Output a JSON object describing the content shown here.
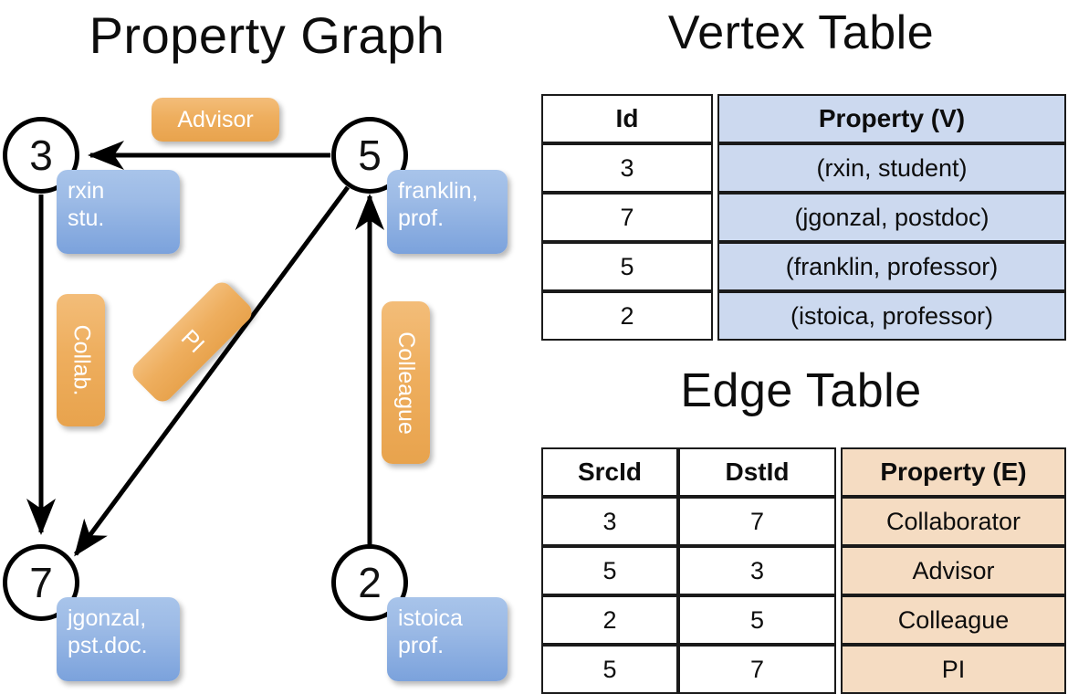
{
  "titles": {
    "property_graph": "Property Graph",
    "vertex_table": "Vertex Table",
    "edge_table": "Edge Table"
  },
  "graph": {
    "nodes": [
      {
        "id": "3",
        "property": "rxin\nstu."
      },
      {
        "id": "5",
        "property": "franklin,\nprof."
      },
      {
        "id": "7",
        "property": "jgonzal,\npst.doc."
      },
      {
        "id": "2",
        "property": "istoica\nprof."
      }
    ],
    "edge_labels": [
      {
        "label": "Advisor"
      },
      {
        "label": "Collab."
      },
      {
        "label": "PI"
      },
      {
        "label": "Colleague"
      }
    ],
    "edges": [
      {
        "src": "5",
        "dst": "3",
        "label": "Advisor"
      },
      {
        "src": "3",
        "dst": "7",
        "label": "Collab."
      },
      {
        "src": "5",
        "dst": "7",
        "label": "PI"
      },
      {
        "src": "2",
        "dst": "5",
        "label": "Colleague"
      }
    ]
  },
  "vertex_table": {
    "headers": [
      "Id",
      "Property (V)"
    ],
    "rows": [
      {
        "id": "3",
        "property": "(rxin, student)"
      },
      {
        "id": "7",
        "property": "(jgonzal, postdoc)"
      },
      {
        "id": "5",
        "property": "(franklin, professor)"
      },
      {
        "id": "2",
        "property": "(istoica, professor)"
      }
    ]
  },
  "edge_table": {
    "headers": [
      "SrcId",
      "DstId",
      "Property (E)"
    ],
    "rows": [
      {
        "src": "3",
        "dst": "7",
        "property": "Collaborator"
      },
      {
        "src": "5",
        "dst": "3",
        "property": "Advisor"
      },
      {
        "src": "2",
        "dst": "5",
        "property": "Colleague"
      },
      {
        "src": "5",
        "dst": "7",
        "property": "PI"
      }
    ]
  },
  "colors": {
    "vertex_property_fill": "#ccd9ef",
    "edge_property_fill": "#f5dcc2",
    "node_bubble_blue": "#8fb2e3",
    "edge_bubble_orange": "#eeae5e",
    "stroke": "#000000"
  }
}
